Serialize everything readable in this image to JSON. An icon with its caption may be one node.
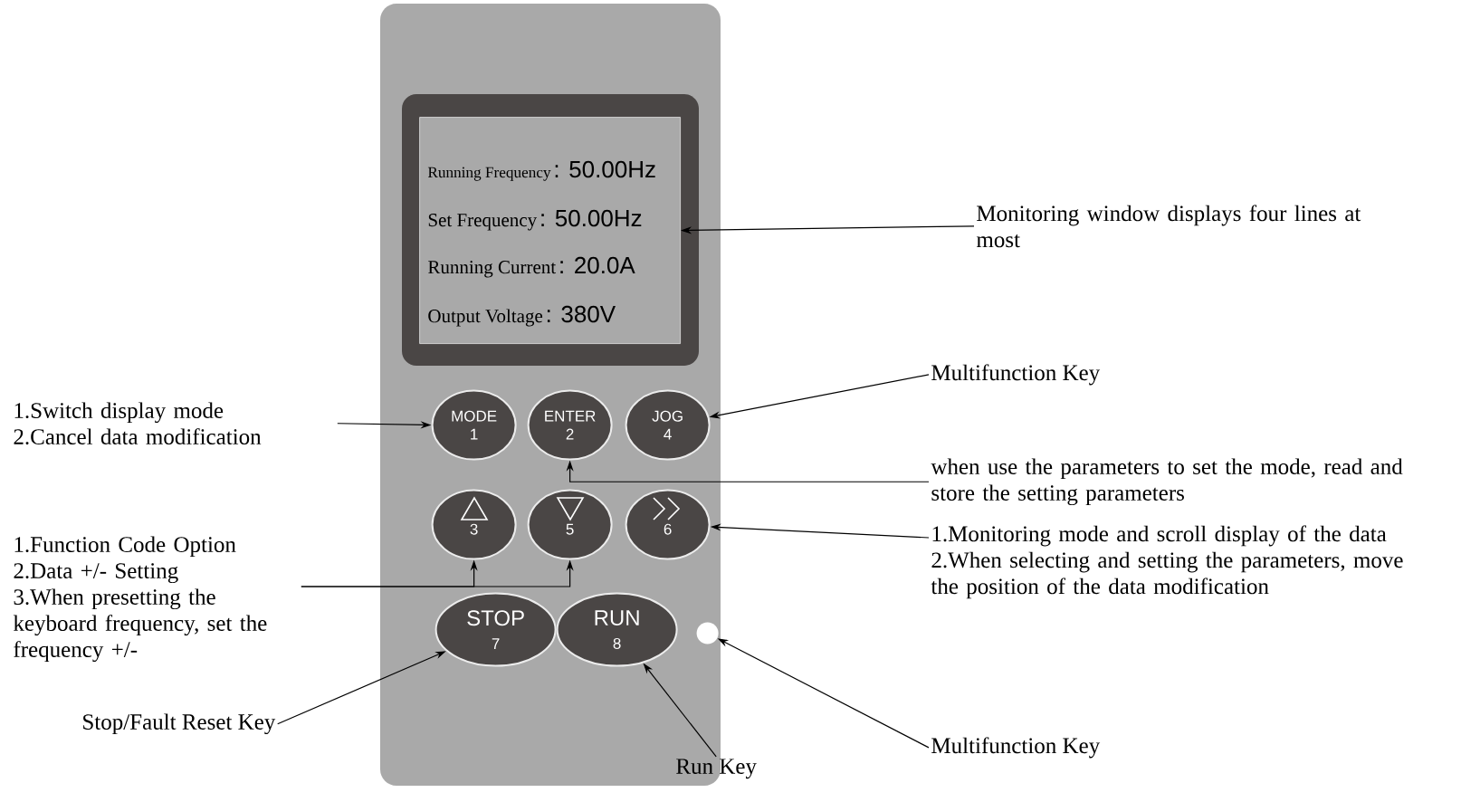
{
  "diagram": {
    "nodes": [
      {
        "text": [],
        "shape": "box"
      },
      {
        "text": [
          "Running Frequency",
          ": 50.00Hz",
          "Set Frequency",
          ": 50.00Hz",
          "Running Current",
          ": 20.0A",
          "Output Voltage",
          ": 380V"
        ],
        "in": 0
      },
      {
        "text": [
          "MODE",
          "1"
        ],
        "in": 0
      },
      {
        "text": [
          "ENTER",
          "2"
        ],
        "in": 0
      },
      {
        "text": [
          "JOG",
          "4"
        ],
        "in": 0
      },
      {
        "text": [
          "3"
        ],
        "in": 0
      },
      {
        "text": [
          "5"
        ],
        "in": 0
      },
      {
        "text": [
          "6"
        ],
        "in": 0
      },
      {
        "text": [
          "STOP",
          "7"
        ],
        "in": 0
      },
      {
        "text": [
          "RUN",
          "8"
        ],
        "in": 0
      },
      {
        "text": [],
        "shape": "circle",
        "in": 0
      },
      {
        "text": [
          "Monitoring window displays four lines at most"
        ]
      },
      {
        "text": [
          "1.Switch display mode",
          "2.Cancel data modification"
        ]
      },
      {
        "text": [
          "Multifunction Key"
        ]
      },
      {
        "text": [
          "when use the parameters to set the mode, read and store the setting parameters"
        ]
      },
      {
        "text": [
          "1.Monitoring mode and scroll display of the data",
          "2.When selecting and setting the parameters, move the position of the data modification"
        ]
      },
      {
        "text": [
          "1.Function Code Option",
          "2.Data +/- Setting",
          "3.When presetting the keyboard frequency, set the frequency +/-"
        ]
      },
      {
        "text": [
          "Stop/Fault Reset Key"
        ]
      },
      {
        "text": [
          "Run Key"
        ]
      },
      {
        "text": [
          "Multifunction Key"
        ]
      }
    ],
    "edges": [
      {
        "from": 11,
        "to": 1,
        "arrow": "to"
      },
      {
        "from": 12,
        "to": 2,
        "arrow": "to"
      },
      {
        "from": 13,
        "to": 4,
        "arrow": "to"
      },
      {
        "from": 14,
        "to": 3,
        "arrow": "to"
      },
      {
        "from": 15,
        "to": 7,
        "arrow": "to"
      },
      {
        "from": 16,
        "to": 5,
        "arrow": "to"
      },
      {
        "from": 16,
        "to": 6,
        "arrow": "to"
      },
      {
        "from": 17,
        "to": 8,
        "arrow": "to"
      },
      {
        "from": 18,
        "to": 9,
        "arrow": "to"
      },
      {
        "from": 19,
        "to": 10,
        "arrow": "to"
      }
    ]
  }
}
